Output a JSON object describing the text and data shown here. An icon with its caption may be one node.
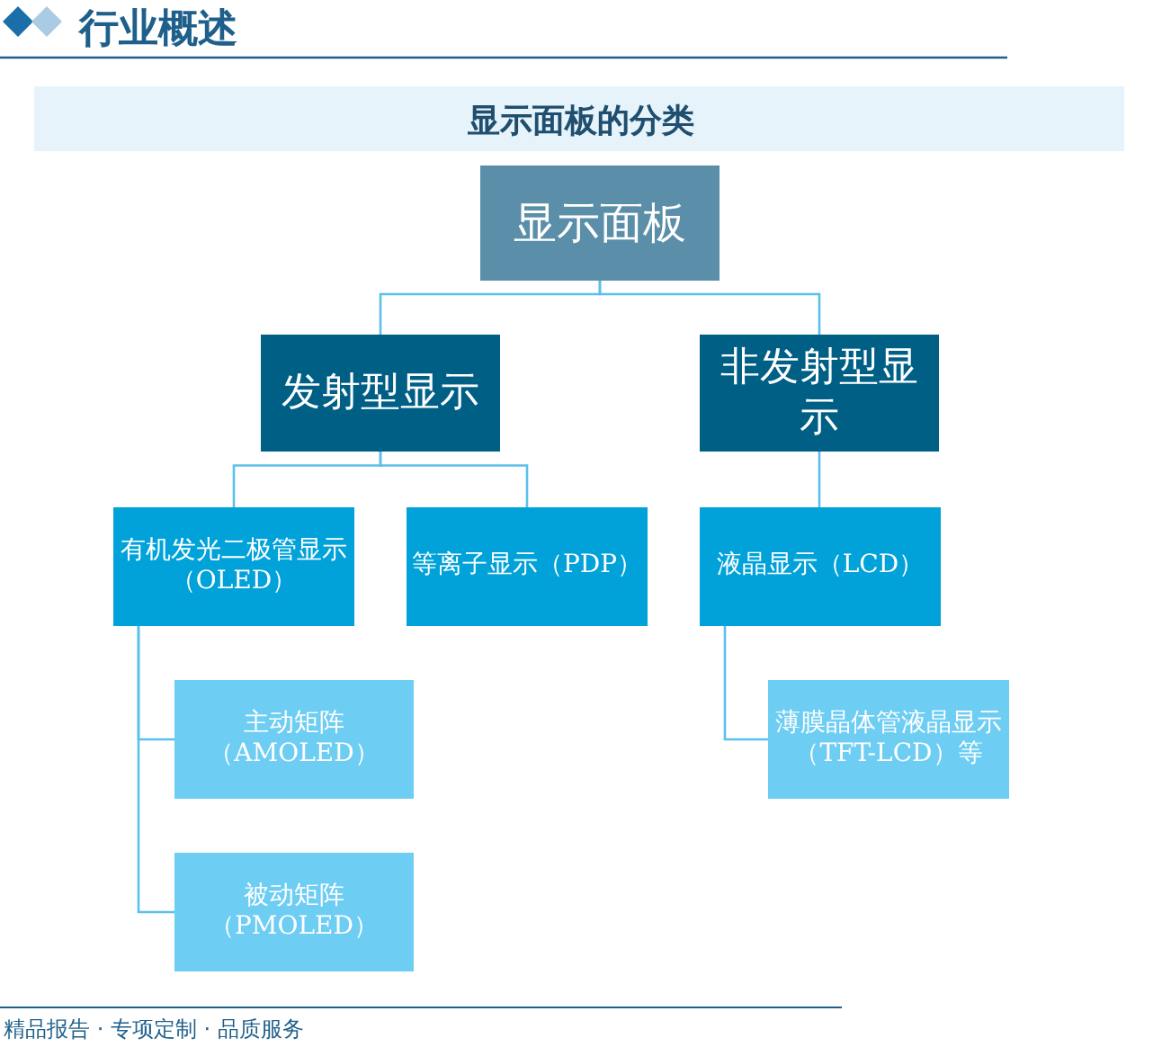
{
  "diagram": {
    "title": "显示面板的分类",
    "nodes": [
      {
        "text": [
          "显示面板"
        ]
      },
      {
        "text": [
          "发射型显示"
        ]
      },
      {
        "text": [
          "非发射型显示"
        ]
      },
      {
        "text": [
          "有机发光二极管显示（OLED）"
        ]
      },
      {
        "text": [
          "等离子显示（PDP）"
        ]
      },
      {
        "text": [
          "液晶显示（LCD）"
        ]
      },
      {
        "text": [
          "主动矩阵（AMOLED）"
        ]
      },
      {
        "text": [
          "被动矩阵（PMOLED）"
        ]
      },
      {
        "text": [
          "薄膜晶体管液晶显示（TFT-LCD）等"
        ]
      }
    ],
    "edges": [
      {
        "from": 0,
        "to": 1,
        "arrow": "none"
      },
      {
        "from": 0,
        "to": 2,
        "arrow": "none"
      },
      {
        "from": 1,
        "to": 3,
        "arrow": "none"
      },
      {
        "from": 1,
        "to": 4,
        "arrow": "none"
      },
      {
        "from": 2,
        "to": 5,
        "arrow": "none"
      },
      {
        "from": 3,
        "to": 6,
        "arrow": "none"
      },
      {
        "from": 3,
        "to": 7,
        "arrow": "none"
      },
      {
        "from": 5,
        "to": 8,
        "arrow": "none"
      }
    ],
    "labels": [
      "行业概述",
      "精品报告 · 专项定制 · 品质服务"
    ]
  }
}
